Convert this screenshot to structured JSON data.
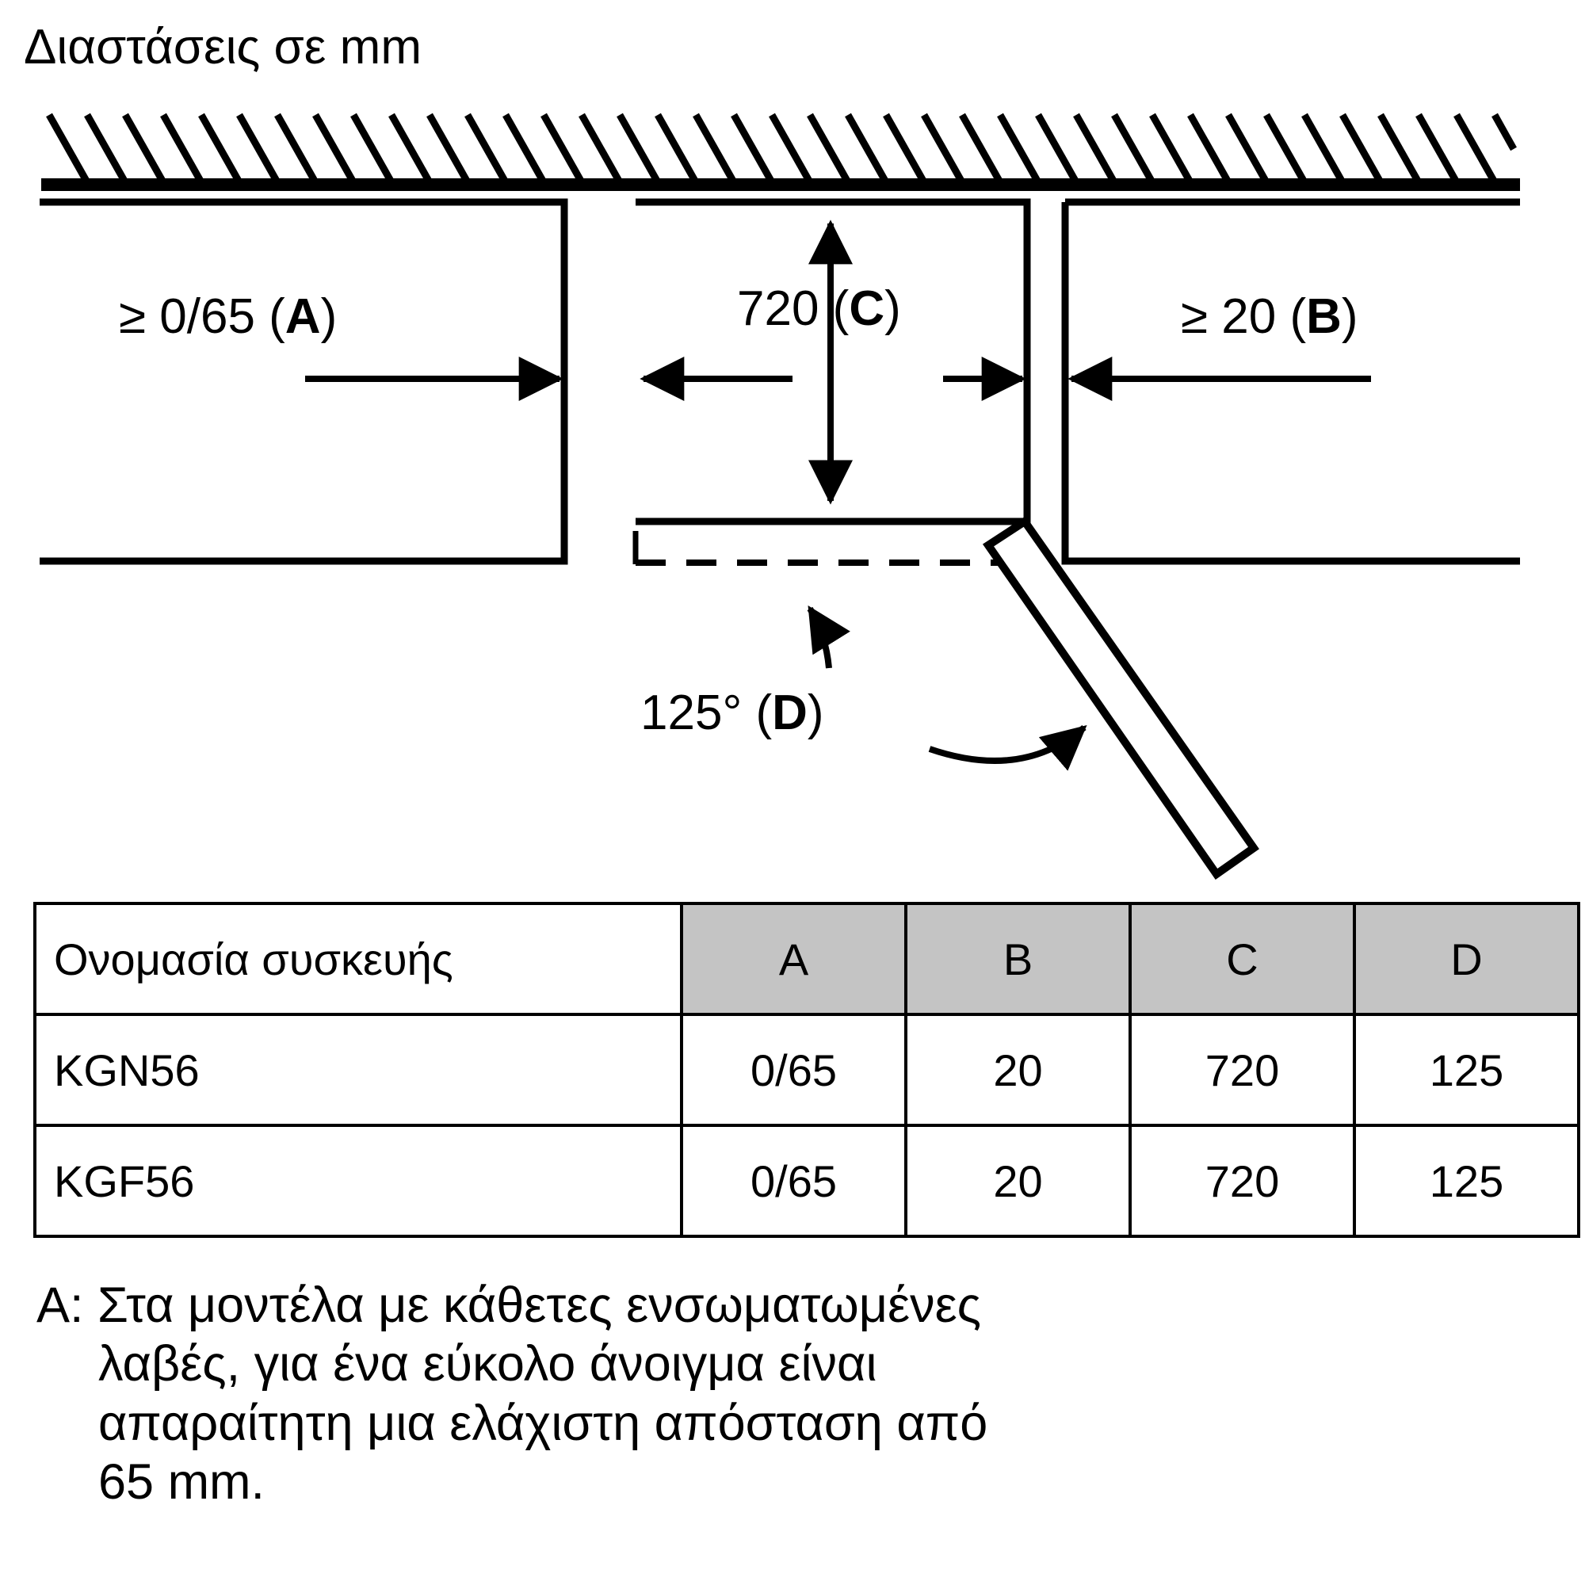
{
  "title": "Διαστάσεις σε mm",
  "diagram": {
    "labels": {
      "left_clearance": {
        "text": "≥ 0/65 (",
        "bold": "A",
        "close": ")"
      },
      "cavity_width": {
        "text": "720 (",
        "bold": "C",
        "close": ")"
      },
      "right_clearance": {
        "text": "≥ 20 (",
        "bold": "B",
        "close": ")"
      },
      "door_angle": {
        "text": "125° (",
        "bold": "D",
        "close": ")"
      }
    },
    "label_plain": {
      "left_clearance": "≥ 0/65 (A)",
      "cavity_width": "720 (C)",
      "right_clearance": "≥ 20 (B)",
      "door_angle": "125° (D)"
    }
  },
  "table": {
    "headers": [
      "Ονομασία συσκευής",
      "A",
      "B",
      "C",
      "D"
    ],
    "rows": [
      {
        "name": "KGN56",
        "a": "0/65",
        "b": "20",
        "c": "720",
        "d": "125"
      },
      {
        "name": "KGF56",
        "a": "0/65",
        "b": "20",
        "c": "720",
        "d": "125"
      }
    ]
  },
  "footnote": {
    "lines": [
      "Α: Στα μοντέλα με κάθετες ενσωματωμένες",
      "λαβές, για ένα εύκολο άνοιγμα είναι",
      "απαραίτητη μια ελάχιστη απόσταση από",
      "65 mm."
    ]
  },
  "colors": {
    "line": "#000000",
    "header_fill": "#c4c4c4",
    "background": "#ffffff"
  }
}
